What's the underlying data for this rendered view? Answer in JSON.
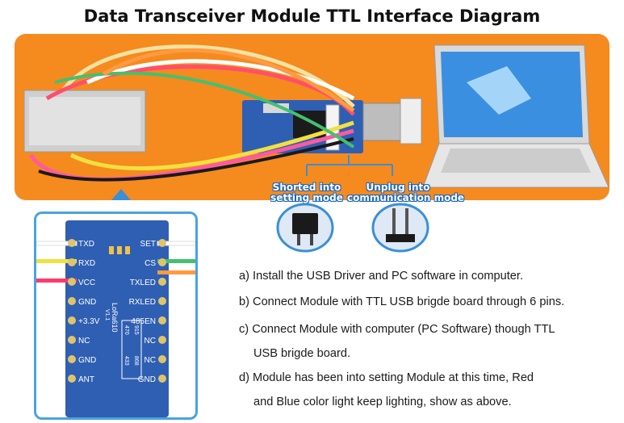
{
  "title": "Data Transceiver Module TTL Interface Diagram",
  "jumper_labels": {
    "shorted": [
      "Shorted into",
      "setting mode"
    ],
    "unplug": [
      "Unplug into",
      "communication mode"
    ]
  },
  "module_board": {
    "left_pins": [
      "TXD",
      "RXD",
      "VCC",
      "GND",
      "+3.3V",
      "NC",
      "GND",
      "ANT"
    ],
    "right_pins": [
      "SET",
      "CS",
      "TXLED",
      "RXLED",
      "485EN",
      "NC",
      "NC",
      "GND"
    ],
    "model": "LoRa610",
    "version": "V1.1",
    "resistors": [
      "470",
      "915",
      "433",
      "868"
    ]
  },
  "steps": [
    "a) Install the USB Driver and PC software in computer.",
    "b) Connect Module with TTL USB brigde board through 6 pins.",
    "c) Connect Module with computer (PC Software) though TTL",
    "USB brigde board.",
    "d) Module has been into setting Module at this time, Red",
    "and Blue color light keep lighting, show as above."
  ],
  "colors": {
    "panel": "#f58a1f",
    "board": "#2f5fb3",
    "callout": "#3a8fd6"
  }
}
